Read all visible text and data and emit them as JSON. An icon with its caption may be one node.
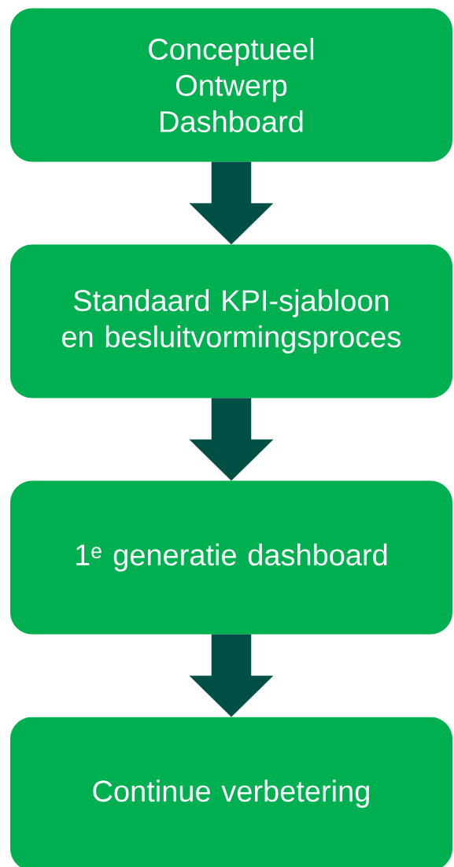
{
  "diagram": {
    "nodes": [
      {
        "text": [
          "Conceptueel Ontwerp Dashboard"
        ]
      },
      {
        "text": [
          "Standaard KPI-sjabloon en besluitvormingsproces"
        ]
      },
      {
        "text": [
          "1$^{e}$ generatie dashboard"
        ]
      },
      {
        "text": [
          "Continue verbetering"
        ]
      }
    ],
    "edges": [
      {
        "from": 0,
        "to": 1,
        "arrow": "to"
      },
      {
        "from": 1,
        "to": 2,
        "arrow": "to"
      },
      {
        "from": 2,
        "to": 3,
        "arrow": "to"
      }
    ]
  }
}
